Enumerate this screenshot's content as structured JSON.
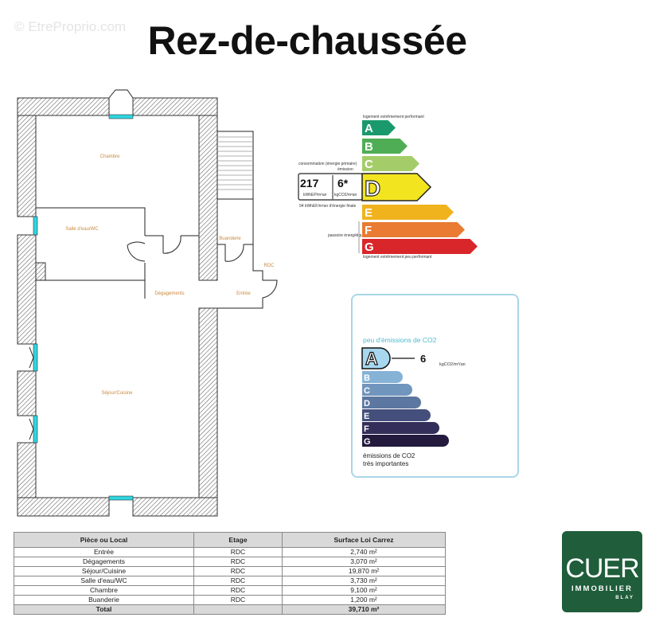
{
  "watermark": "© EtreProprio.com",
  "title": "Rez-de-chaussée",
  "floor_plan": {
    "rooms": {
      "chambre": "Chambre",
      "salle_eau": "Salle d'eau/WC",
      "buanderie": "Buanderie",
      "rdc": "RDC",
      "degagements": "Dégagements",
      "entree": "Entrée",
      "sejour": "Séjour/Cuisine"
    },
    "wall_color": "#555555",
    "window_color": "#2ed6e0"
  },
  "energy_label": {
    "top_caption": "logement extrêmement performant",
    "bottom_caption": "logement extrêmement peu performant",
    "consumption_header": "consommation (énergie primaire)",
    "emission_header": "émission",
    "consumption_value": "217",
    "consumption_unit": "kWhEP/m²an",
    "emission_value": "6*",
    "emission_unit": "kgCO2/m²an",
    "final_energy_note": "94 kWhEF/m²an d'énergie finale",
    "side_note": "passoire énergétique",
    "current_class": "D",
    "classes": [
      {
        "letter": "A",
        "color": "#1a9a6c"
      },
      {
        "letter": "B",
        "color": "#4fae55"
      },
      {
        "letter": "C",
        "color": "#a4cd6a"
      },
      {
        "letter": "D",
        "color": "#f2e520"
      },
      {
        "letter": "E",
        "color": "#f0b31e"
      },
      {
        "letter": "F",
        "color": "#e97b33"
      },
      {
        "letter": "G",
        "color": "#d9262b"
      }
    ]
  },
  "co2_label": {
    "top_caption": "peu d'émissions de CO2",
    "bottom_caption_1": "émissions de CO2",
    "bottom_caption_2": "très importantes",
    "current_class": "A",
    "value": "6",
    "unit": "kgCO2/m²/an",
    "classes": [
      {
        "letter": "A",
        "color": "#a7d8f0"
      },
      {
        "letter": "B",
        "color": "#86b2d6"
      },
      {
        "letter": "C",
        "color": "#7196bd"
      },
      {
        "letter": "D",
        "color": "#5c77a0"
      },
      {
        "letter": "E",
        "color": "#454f7c"
      },
      {
        "letter": "F",
        "color": "#332f5a"
      },
      {
        "letter": "G",
        "color": "#231a3d"
      }
    ]
  },
  "surface_table": {
    "headers": [
      "Pièce ou Local",
      "Etage",
      "Surface Loi Carrez"
    ],
    "rows": [
      [
        "Entrée",
        "RDC",
        "2,740 m²"
      ],
      [
        "Dégagements",
        "RDC",
        "3,070 m²"
      ],
      [
        "Séjour/Cuisine",
        "RDC",
        "19,870 m²"
      ],
      [
        "Salle d'eau/WC",
        "RDC",
        "3,730 m²"
      ],
      [
        "Chambre",
        "RDC",
        "9,100 m²"
      ],
      [
        "Buanderie",
        "RDC",
        "1,200 m²"
      ]
    ],
    "total": [
      "Total",
      "",
      "39,710 m²"
    ]
  },
  "logo": {
    "name": "CUER",
    "line2": "IMMOBILIER",
    "line3": "BLAY",
    "color": "#1f5d3b"
  }
}
